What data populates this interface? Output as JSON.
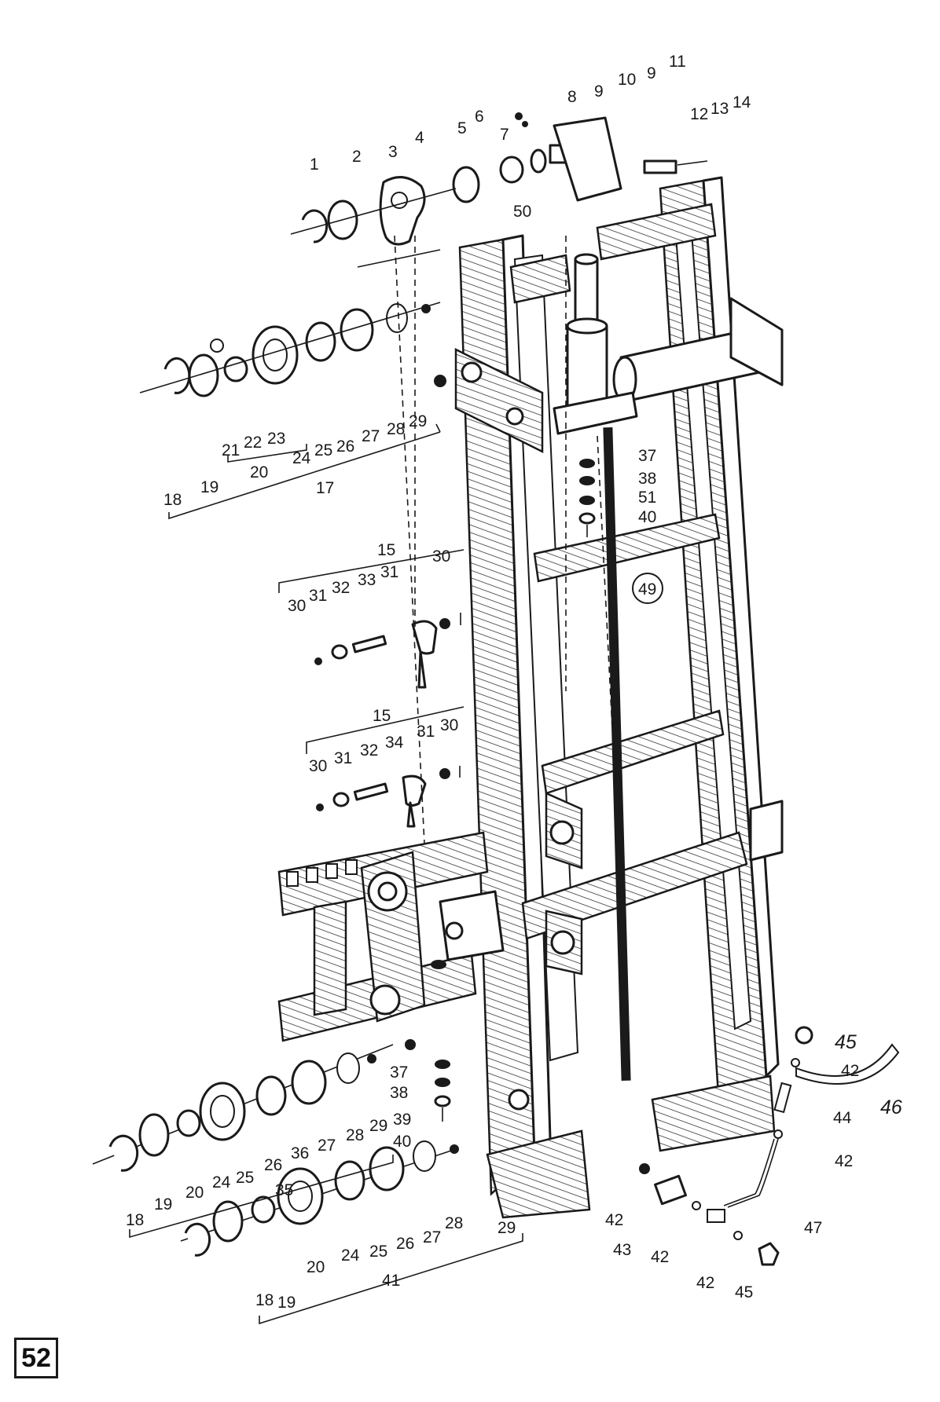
{
  "page_number": "52",
  "callouts": {
    "c1": "1",
    "c2": "2",
    "c3": "3",
    "c4": "4",
    "c5": "5",
    "c6": "6",
    "c7": "7",
    "c8": "8",
    "c9a": "9",
    "c9b": "9",
    "c10": "10",
    "c11": "11",
    "c12": "12",
    "c13": "13",
    "c14": "14",
    "c50": "50",
    "c18a": "18",
    "c19a": "19",
    "c21": "21",
    "c22": "22",
    "c23": "23",
    "c24a": "24",
    "c25a": "25",
    "c26a": "26",
    "c27a": "27",
    "c28a": "28",
    "c29a": "29",
    "c20a": "20",
    "c17": "17",
    "c37a": "37",
    "c38a": "38",
    "c51": "51",
    "c40a": "40",
    "c49": "49",
    "c15a": "15",
    "c30a": "30",
    "c31a": "31",
    "c32a": "32",
    "c33": "33",
    "c31b": "31",
    "c30b": "30",
    "c15b": "15",
    "c30c": "30",
    "c31c": "31",
    "c32b": "32",
    "c34": "34",
    "c31d": "31",
    "c30d": "30",
    "c37b": "37",
    "c38b": "38",
    "c39": "39",
    "c40b": "40",
    "c18b": "18",
    "c19b": "19",
    "c20b": "20",
    "c24b": "24",
    "c25b": "25",
    "c26b": "26",
    "c36": "36",
    "c27b": "27",
    "c28b": "28",
    "c29b": "29",
    "c35": "35",
    "c29c": "29",
    "c18c": "18",
    "c19c": "19",
    "c20c": "20",
    "c24c": "24",
    "c25c": "25",
    "c26c": "26",
    "c27c": "27",
    "c28c": "28",
    "c41": "41",
    "c45a": "45",
    "c42a": "42",
    "c46": "46",
    "c44": "44",
    "c42b": "42",
    "c42c": "42",
    "c43": "43",
    "c42d": "42",
    "c47": "47",
    "c42e": "42",
    "c45b": "45"
  }
}
